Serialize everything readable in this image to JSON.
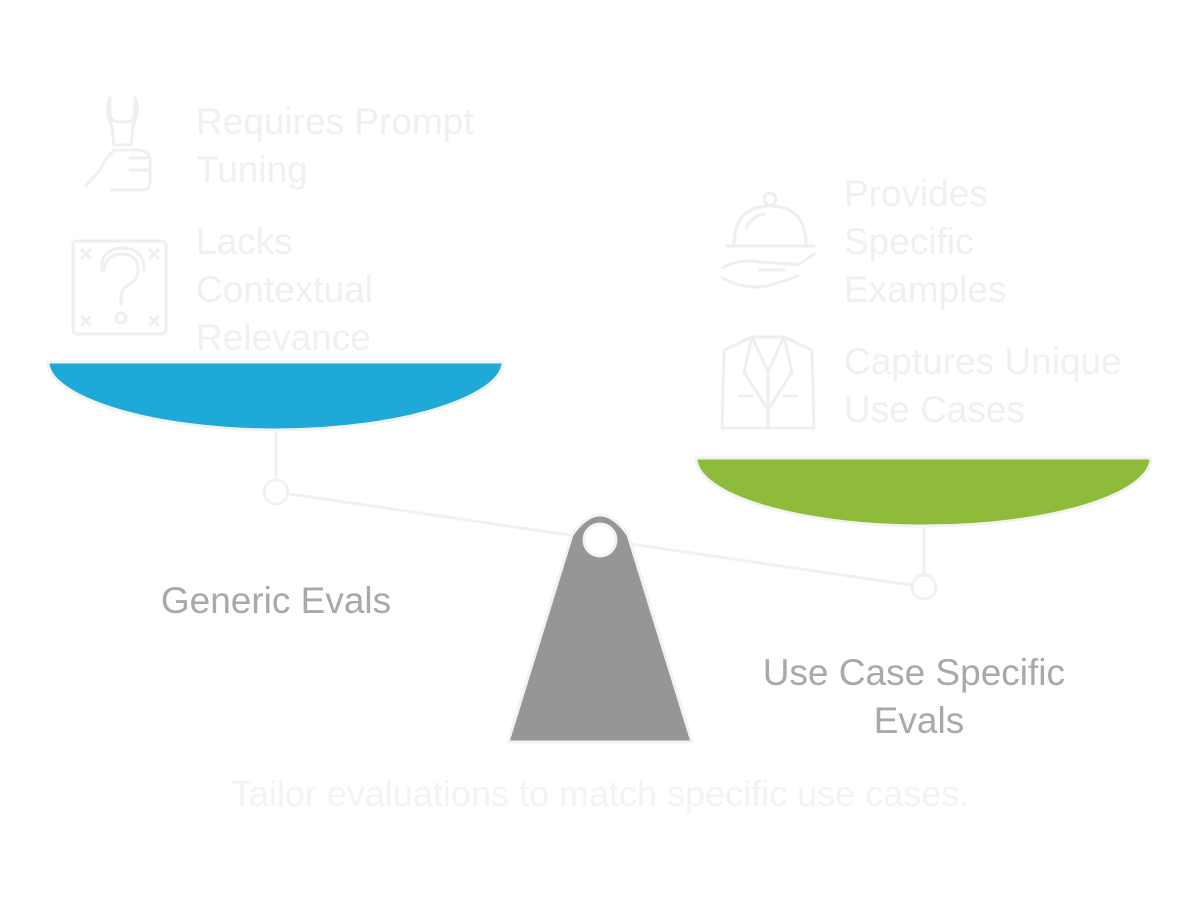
{
  "left_pan": {
    "label": "Generic Evals",
    "color": "#1fa9d8",
    "items": [
      {
        "icon": "wrench-hand-icon",
        "lines": [
          "Requires Prompt",
          "Tuning"
        ]
      },
      {
        "icon": "question-box-icon",
        "lines": [
          "Lacks",
          "Contextual",
          "Relevance"
        ]
      }
    ]
  },
  "right_pan": {
    "label_lines": [
      "Use Case Specific",
      "Evals"
    ],
    "color": "#8fbb3a",
    "items": [
      {
        "icon": "serving-cloche-icon",
        "lines": [
          "Provides",
          "Specific",
          "Examples"
        ]
      },
      {
        "icon": "tailored-jacket-icon",
        "lines": [
          "Captures Unique",
          "Use Cases"
        ]
      }
    ]
  },
  "fulcrum_color": "#969696",
  "caption": "Tailor evaluations to match specific use cases."
}
